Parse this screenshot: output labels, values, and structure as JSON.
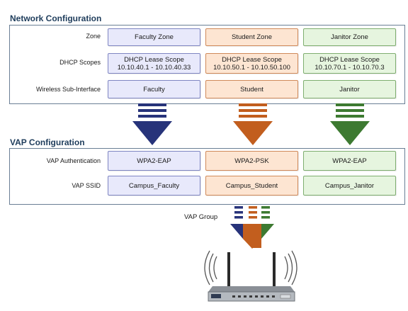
{
  "network_config": {
    "title": "Network Configuration",
    "rows": [
      {
        "label": "Zone",
        "cells": [
          [
            "Faculty Zone"
          ],
          [
            "Student Zone"
          ],
          [
            "Janitor Zone"
          ]
        ]
      },
      {
        "label": "DHCP Scopes",
        "cells": [
          [
            "DHCP Lease Scope",
            "10.10.40.1 - 10.10.40.33"
          ],
          [
            "DHCP Lease Scope",
            "10.10.50.1 - 10.10.50.100"
          ],
          [
            "DHCP Lease Scope",
            "10.10.70.1 - 10.10.70.3"
          ]
        ]
      },
      {
        "label": "Wireless Sub-Interface",
        "cells": [
          [
            "Faculty"
          ],
          [
            "Student"
          ],
          [
            "Janitor"
          ]
        ]
      }
    ]
  },
  "vap_config": {
    "title": "VAP Configuration",
    "rows": [
      {
        "label": "VAP Authentication",
        "cells": [
          [
            "WPA2-EAP"
          ],
          [
            "WPA2-PSK"
          ],
          [
            "WPA2-EAP"
          ]
        ]
      },
      {
        "label": "VAP SSID",
        "cells": [
          [
            "Campus_Faculty"
          ],
          [
            "Campus_Student"
          ],
          [
            "Campus_Janitor"
          ]
        ]
      }
    ]
  },
  "vap_group_label": "VAP Group",
  "colors": {
    "faculty": "#27337a",
    "student": "#c25e1e",
    "janitor": "#3d7a31"
  },
  "icons": {
    "device": "wireless-access-point-icon"
  }
}
